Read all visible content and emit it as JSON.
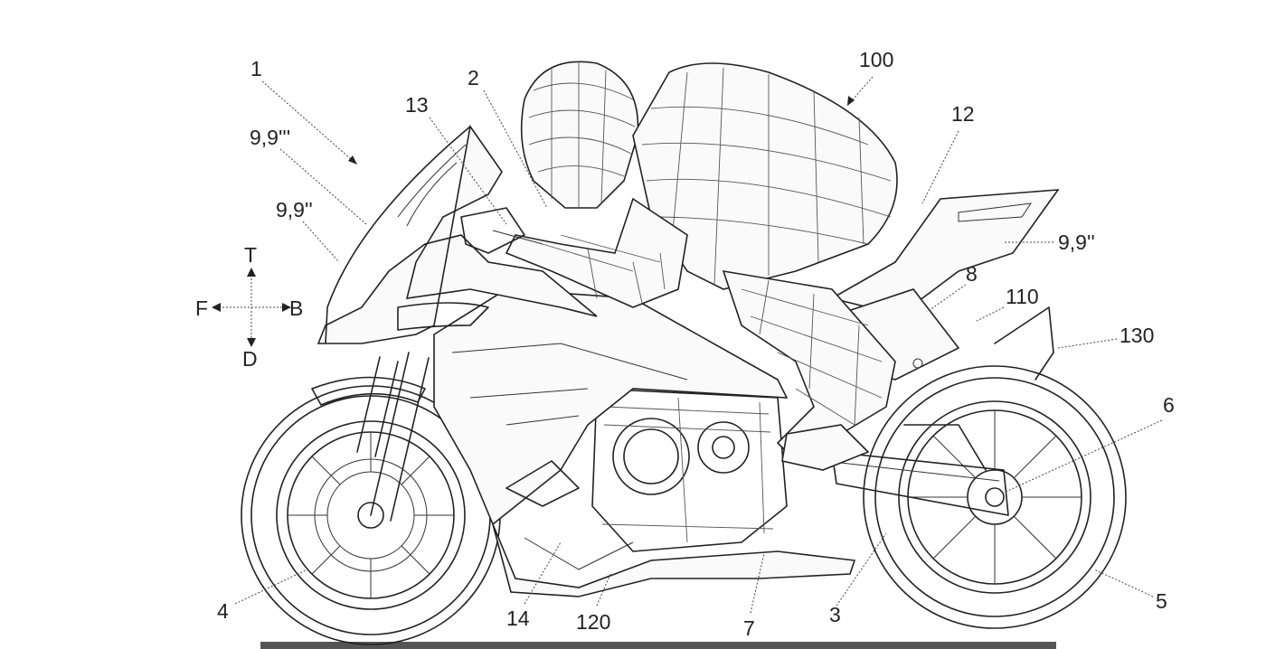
{
  "labels": {
    "l1": "1",
    "l2": "2",
    "l13": "13",
    "l100": "100",
    "l12": "12",
    "l9_triple": "9,9'''",
    "l9_double_front": "9,9''",
    "l9_double_rear": "9,9''",
    "l8": "8",
    "l110": "110",
    "l130": "130",
    "l6": "6",
    "l4": "4",
    "l14": "14",
    "l120": "120",
    "l7": "7",
    "l3": "3",
    "l5": "5"
  },
  "directions": {
    "top": "T",
    "down": "D",
    "front": "F",
    "back": "B"
  }
}
